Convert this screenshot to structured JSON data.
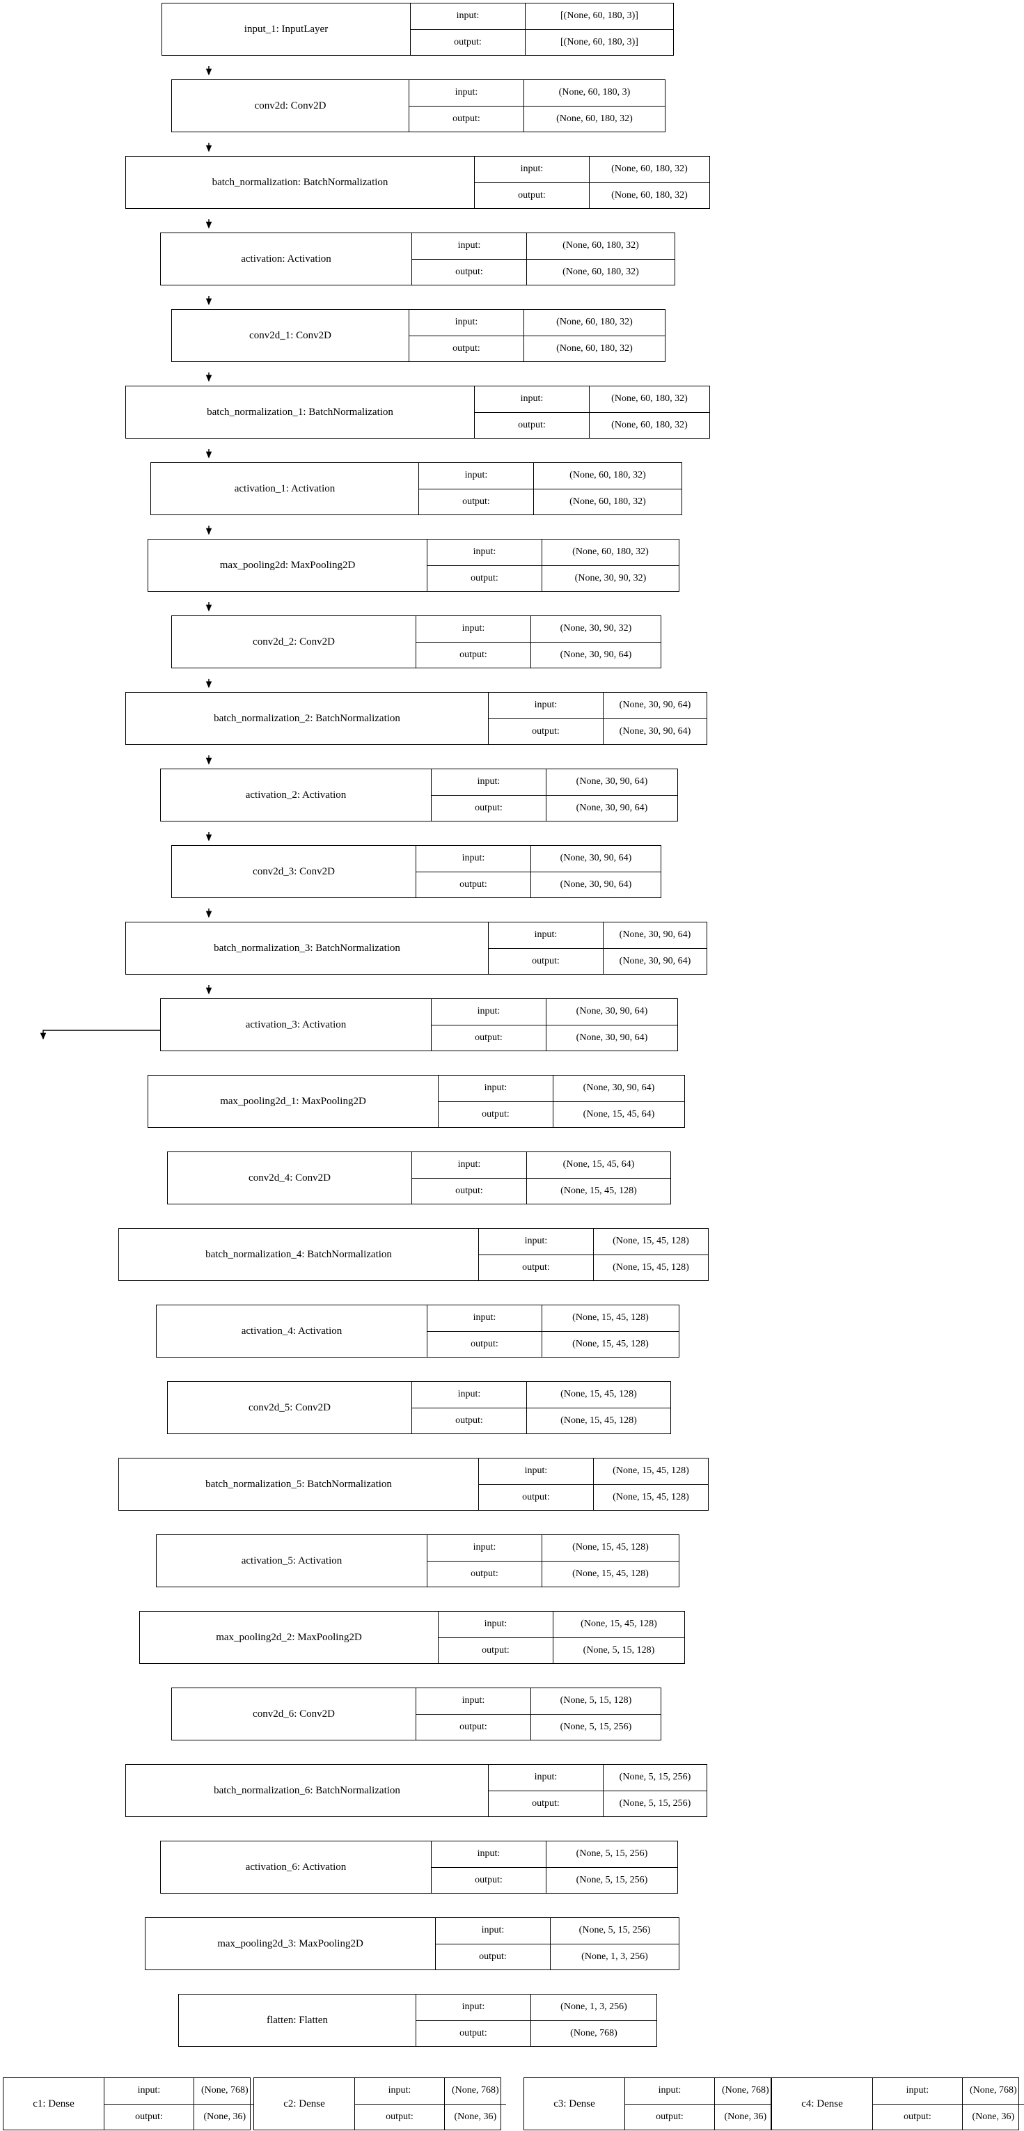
{
  "diagram": {
    "type": "keras-model-plot",
    "io_labels": {
      "input": "input:",
      "output": "output:"
    },
    "nodes": [
      {
        "id": "input_1",
        "title": "input_1: InputLayer",
        "input": "[(None, 60, 180, 3)]",
        "output": "[(None, 60, 180, 3)]"
      },
      {
        "id": "conv2d",
        "title": "conv2d: Conv2D",
        "input": "(None, 60, 180, 3)",
        "output": "(None, 60, 180, 32)"
      },
      {
        "id": "batch_normalization",
        "title": "batch_normalization: BatchNormalization",
        "input": "(None, 60, 180, 32)",
        "output": "(None, 60, 180, 32)"
      },
      {
        "id": "activation",
        "title": "activation: Activation",
        "input": "(None, 60, 180, 32)",
        "output": "(None, 60, 180, 32)"
      },
      {
        "id": "conv2d_1",
        "title": "conv2d_1: Conv2D",
        "input": "(None, 60, 180, 32)",
        "output": "(None, 60, 180, 32)"
      },
      {
        "id": "batch_normalization_1",
        "title": "batch_normalization_1: BatchNormalization",
        "input": "(None, 60, 180, 32)",
        "output": "(None, 60, 180, 32)"
      },
      {
        "id": "activation_1",
        "title": "activation_1: Activation",
        "input": "(None, 60, 180, 32)",
        "output": "(None, 60, 180, 32)"
      },
      {
        "id": "max_pooling2d",
        "title": "max_pooling2d: MaxPooling2D",
        "input": "(None, 60, 180, 32)",
        "output": "(None, 30, 90, 32)"
      },
      {
        "id": "conv2d_2",
        "title": "conv2d_2: Conv2D",
        "input": "(None, 30, 90, 32)",
        "output": "(None, 30, 90, 64)"
      },
      {
        "id": "batch_normalization_2",
        "title": "batch_normalization_2: BatchNormalization",
        "input": "(None, 30, 90, 64)",
        "output": "(None, 30, 90, 64)"
      },
      {
        "id": "activation_2",
        "title": "activation_2: Activation",
        "input": "(None, 30, 90, 64)",
        "output": "(None, 30, 90, 64)"
      },
      {
        "id": "conv2d_3",
        "title": "conv2d_3: Conv2D",
        "input": "(None, 30, 90, 64)",
        "output": "(None, 30, 90, 64)"
      },
      {
        "id": "batch_normalization_3",
        "title": "batch_normalization_3: BatchNormalization",
        "input": "(None, 30, 90, 64)",
        "output": "(None, 30, 90, 64)"
      },
      {
        "id": "activation_3",
        "title": "activation_3: Activation",
        "input": "(None, 30, 90, 64)",
        "output": "(None, 30, 90, 64)"
      },
      {
        "id": "max_pooling2d_1",
        "title": "max_pooling2d_1: MaxPooling2D",
        "input": "(None, 30, 90, 64)",
        "output": "(None, 15, 45, 64)"
      },
      {
        "id": "conv2d_4",
        "title": "conv2d_4: Conv2D",
        "input": "(None, 15, 45, 64)",
        "output": "(None, 15, 45, 128)"
      },
      {
        "id": "batch_normalization_4",
        "title": "batch_normalization_4: BatchNormalization",
        "input": "(None, 15, 45, 128)",
        "output": "(None, 15, 45, 128)"
      },
      {
        "id": "activation_4",
        "title": "activation_4: Activation",
        "input": "(None, 15, 45, 128)",
        "output": "(None, 15, 45, 128)"
      },
      {
        "id": "conv2d_5",
        "title": "conv2d_5: Conv2D",
        "input": "(None, 15, 45, 128)",
        "output": "(None, 15, 45, 128)"
      },
      {
        "id": "batch_normalization_5",
        "title": "batch_normalization_5: BatchNormalization",
        "input": "(None, 15, 45, 128)",
        "output": "(None, 15, 45, 128)"
      },
      {
        "id": "activation_5",
        "title": "activation_5: Activation",
        "input": "(None, 15, 45, 128)",
        "output": "(None, 15, 45, 128)"
      },
      {
        "id": "max_pooling2d_2",
        "title": "max_pooling2d_2: MaxPooling2D",
        "input": "(None, 15, 45, 128)",
        "output": "(None, 5, 15, 128)"
      },
      {
        "id": "conv2d_6",
        "title": "conv2d_6: Conv2D",
        "input": "(None, 5, 15, 128)",
        "output": "(None, 5, 15, 256)"
      },
      {
        "id": "batch_normalization_6",
        "title": "batch_normalization_6: BatchNormalization",
        "input": "(None, 5, 15, 256)",
        "output": "(None, 5, 15, 256)"
      },
      {
        "id": "activation_6",
        "title": "activation_6: Activation",
        "input": "(None, 5, 15, 256)",
        "output": "(None, 5, 15, 256)"
      },
      {
        "id": "max_pooling2d_3",
        "title": "max_pooling2d_3: MaxPooling2D",
        "input": "(None, 5, 15, 256)",
        "output": "(None, 1, 3, 256)"
      },
      {
        "id": "flatten",
        "title": "flatten: Flatten",
        "input": "(None, 1, 3, 256)",
        "output": "(None, 768)"
      },
      {
        "id": "c1",
        "title": "c1: Dense",
        "input": "(None, 768)",
        "output": "(None, 36)"
      },
      {
        "id": "c2",
        "title": "c2: Dense",
        "input": "(None, 768)",
        "output": "(None, 36)"
      },
      {
        "id": "c3",
        "title": "c3: Dense",
        "input": "(None, 768)",
        "output": "(None, 36)"
      },
      {
        "id": "c4",
        "title": "c4: Dense",
        "input": "(None, 768)",
        "output": "(None, 36)"
      }
    ]
  }
}
